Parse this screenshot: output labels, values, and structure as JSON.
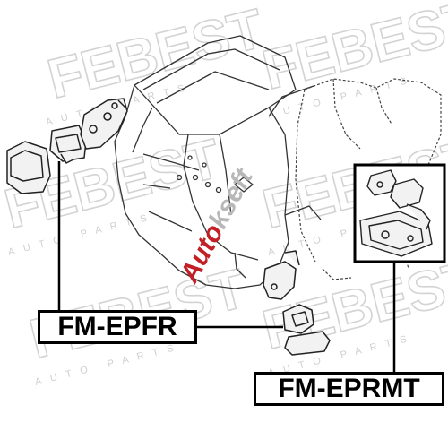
{
  "watermark": {
    "brand": "FEBEST",
    "subtitle": "AUTO PARTS",
    "color": "#d3d3d3"
  },
  "logo": {
    "text": "Autokseft",
    "colors": {
      "prefix": "#c21f26",
      "suffix": "#b8b8b8"
    }
  },
  "parts": [
    {
      "id": "front-mount",
      "part_number": "FM-EPFR"
    },
    {
      "id": "rear-mount",
      "part_number": "FM-EPRMT"
    }
  ],
  "colors": {
    "line": "#000000",
    "drawing": "#333333"
  }
}
